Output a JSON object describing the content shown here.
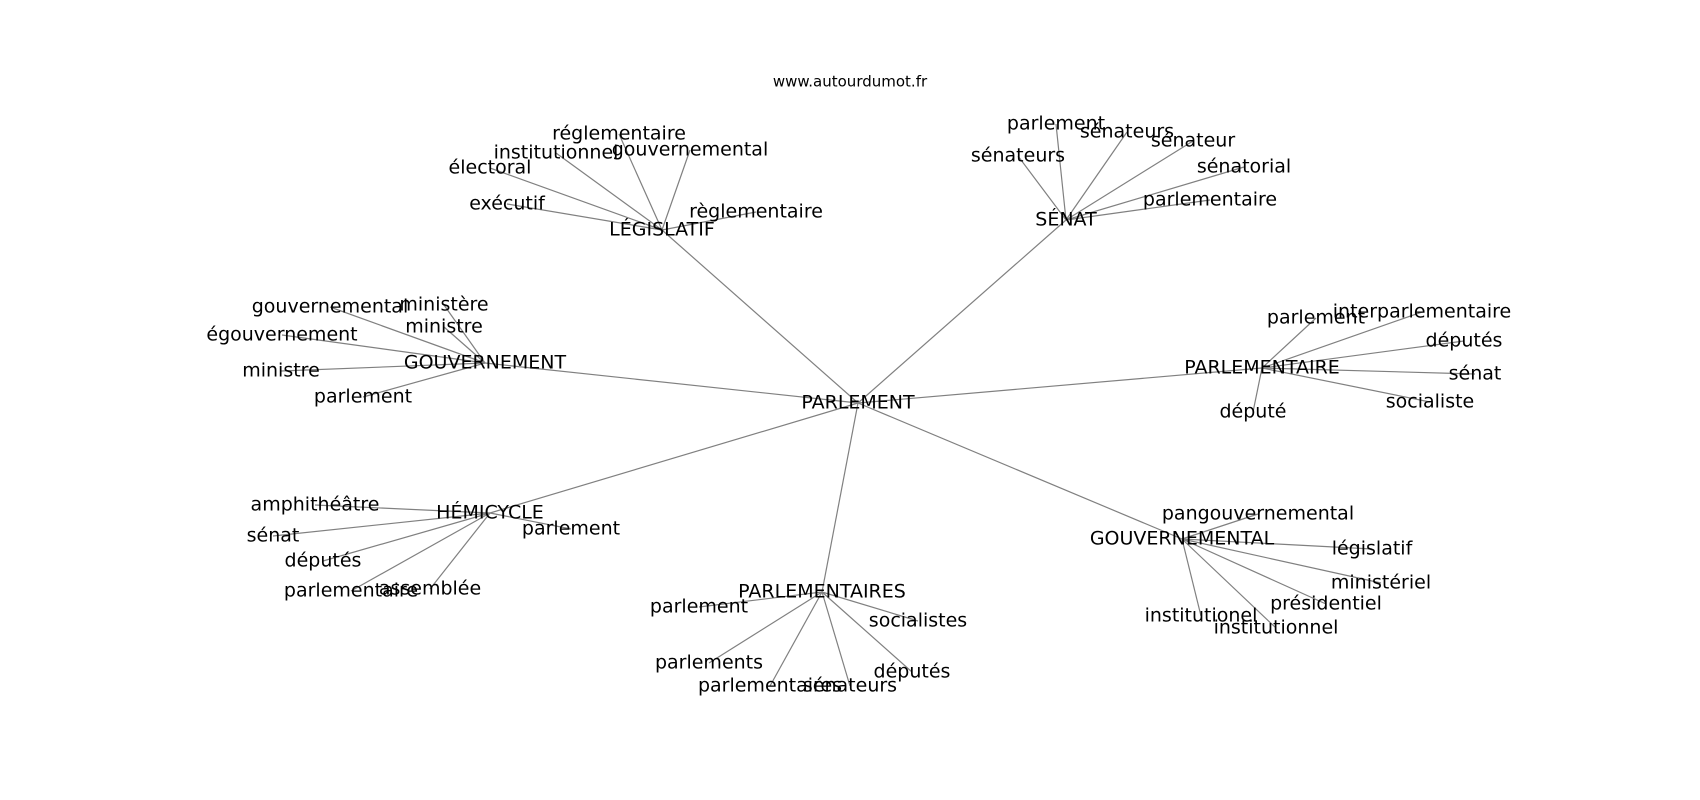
{
  "site": "www.autourdumot.fr",
  "center": "PARLEMENT",
  "clusters": [
    {
      "hub": "LÉGISLATIF",
      "words": [
        "réglementaire",
        "institutionnel",
        "gouvernemental",
        "électoral",
        "exécutif",
        "règlementaire"
      ]
    },
    {
      "hub": "SÉNAT",
      "words": [
        "parlement",
        "sénateurs",
        "sénateur",
        "sénatorial",
        "parlementaire",
        "sénateurs"
      ]
    },
    {
      "hub": "GOUVERNEMENT",
      "words": [
        "gouvernemental",
        "ministère",
        "ministre",
        "égouvernement",
        "ministre",
        "parlement"
      ]
    },
    {
      "hub": "PARLEMENTAIRE",
      "words": [
        "parlement",
        "interparlementaire",
        "députés",
        "sénat",
        "socialiste",
        "député"
      ]
    },
    {
      "hub": "HÉMICYCLE",
      "words": [
        "amphithéâtre",
        "sénat",
        "parlement",
        "députés",
        "parlementaire",
        "assemblée"
      ]
    },
    {
      "hub": "PARLEMENTAIRES",
      "words": [
        "parlement",
        "socialistes",
        "parlements",
        "parlementaires",
        "sénateurs",
        "députés"
      ]
    },
    {
      "hub": "GOUVERNEMENTAL",
      "words": [
        "pangouvernemental",
        "législatif",
        "ministériel",
        "présidentiel",
        "institutionel",
        "institutionnel"
      ]
    }
  ]
}
